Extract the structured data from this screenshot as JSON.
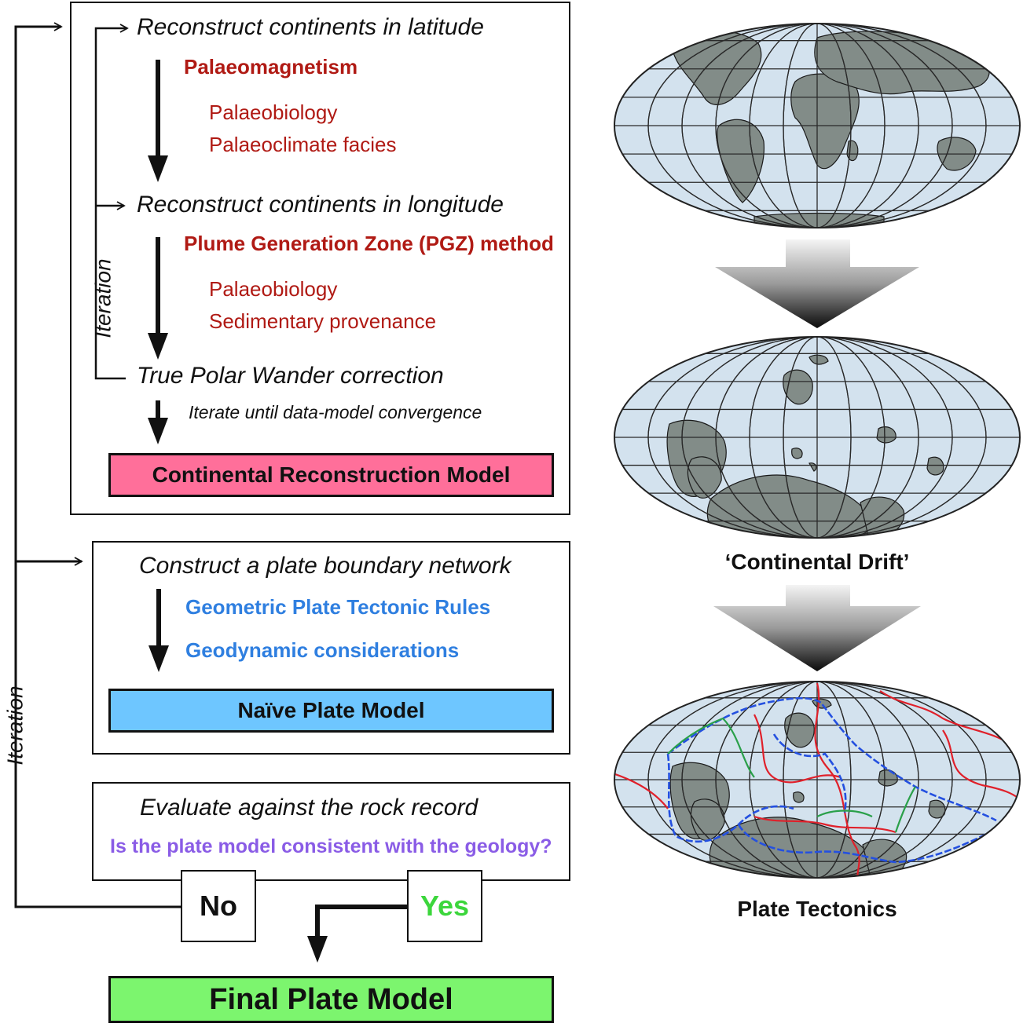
{
  "stage1": {
    "step_latitude": "Reconstruct continents in latitude",
    "latitude_primary": "Palaeomagnetism",
    "latitude_secondary_1": "Palaeobiology",
    "latitude_secondary_2": "Palaeoclimate facies",
    "step_longitude": "Reconstruct continents in longitude",
    "longitude_primary": "Plume Generation Zone (PGZ) method",
    "longitude_secondary_1": "Palaeobiology",
    "longitude_secondary_2": "Sedimentary provenance",
    "step_tpw": "True Polar Wander correction",
    "iterate_note": "Iterate until data-model convergence",
    "inner_iteration_label": "Iteration",
    "model_label": "Continental Reconstruction Model",
    "model_color": "#ff6f9a"
  },
  "stage2": {
    "step": "Construct a plate boundary network",
    "rule_1": "Geometric Plate Tectonic Rules",
    "rule_2": "Geodynamic considerations",
    "model_label": "Naïve Plate Model",
    "model_color": "#6ec6ff"
  },
  "stage3": {
    "step": "Evaluate against the rock record",
    "question": "Is the plate model consistent with the geology?",
    "no_label": "No",
    "yes_label": "Yes",
    "yes_color": "#3cd63c"
  },
  "outer_iteration_label": "Iteration",
  "final_model": {
    "label": "Final Plate Model",
    "color": "#7cf56e"
  },
  "maps": {
    "drift_caption": "‘Continental Drift’",
    "tectonics_caption": "Plate Tectonics",
    "ocean_color": "#d3e2ee",
    "land_color": "#828c88",
    "ridge_color": "#e0202a",
    "subduction_color": "#2450e0",
    "transform_color": "#2aa04a"
  }
}
